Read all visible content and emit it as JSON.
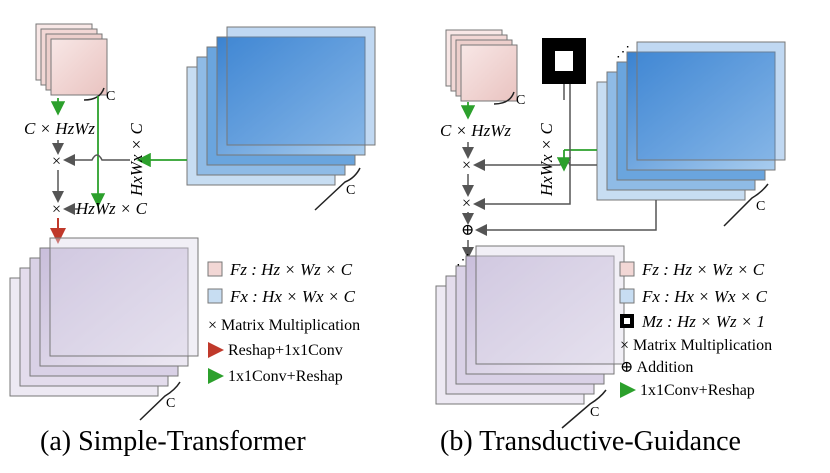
{
  "panel_a": {
    "caption": "(a) Simple-Transformer",
    "dim_chw": "C × HzWz",
    "dim_hwc": "HzWz × C",
    "dim_hxwx": "HxWx × C",
    "channel_label": "C",
    "legend": {
      "fz": "Fz : Hz × Wz × C",
      "fx": "Fx : Hx × Wx × C",
      "matmul": "× Matrix Multiplication",
      "reshape_conv": "Reshap+1x1Conv",
      "conv_reshape": "1x1Conv+Reshap"
    }
  },
  "panel_b": {
    "caption": "(b) Transductive-Guidance",
    "dim_chw": "C × HzWz",
    "dim_hxwx": "HxWx × C",
    "channel_label": "C",
    "legend": {
      "fz": "Fz : Hz × Wz × C",
      "fx": "Fx : Hx × Wx × C",
      "mz": "Mz : Hz × Wz × 1",
      "matmul": "× Matrix Multiplication",
      "addition": "⊕ Addition",
      "conv_reshape": "1x1Conv+Reshap"
    }
  },
  "colors": {
    "template_fill": "#f2d7d5",
    "search_fill": "#4a90d9",
    "search_light": "#c7ddf2",
    "output_fill": "#ddd6e8",
    "green_arrow": "#2ca02c",
    "red_arrow": "#c0392b",
    "gray_line": "#555555"
  }
}
